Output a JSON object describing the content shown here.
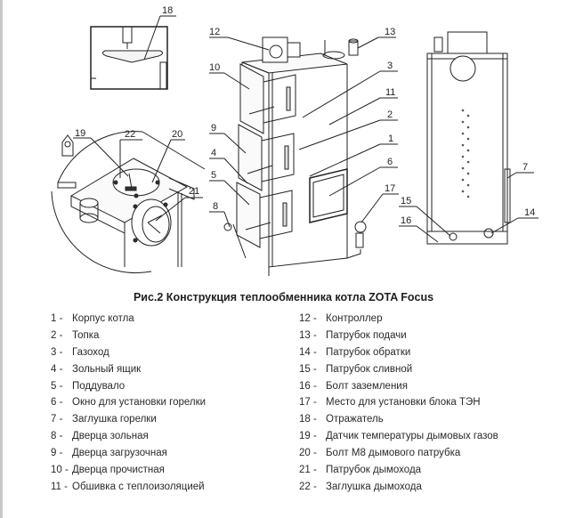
{
  "figure": {
    "caption": "Рис.2 Конструкция теплообменника котла ZOTA Focus",
    "callouts": [
      "1",
      "2",
      "3",
      "4",
      "5",
      "6",
      "7",
      "8",
      "9",
      "10",
      "11",
      "12",
      "13",
      "14",
      "15",
      "16",
      "17",
      "18",
      "19",
      "20",
      "21",
      "22"
    ]
  },
  "legend": {
    "left": [
      {
        "num": "1 -",
        "label": "Корпус котла"
      },
      {
        "num": "2 -",
        "label": "Топка"
      },
      {
        "num": "3 -",
        "label": "Газоход"
      },
      {
        "num": "4 -",
        "label": "Зольный ящик"
      },
      {
        "num": "5 -",
        "label": "Поддувало"
      },
      {
        "num": "6 -",
        "label": "Окно для установки горелки"
      },
      {
        "num": "7 -",
        "label": "Заглушка горелки"
      },
      {
        "num": "8 -",
        "label": "Дверца зольная"
      },
      {
        "num": "9 -",
        "label": "Дверца загрузочная"
      },
      {
        "num": "10 -",
        "label": "Дверца прочистная"
      },
      {
        "num": "11 -",
        "label": "Обшивка с теплоизоляцией"
      }
    ],
    "right": [
      {
        "num": "12 -",
        "label": "Контроллер"
      },
      {
        "num": "13 -",
        "label": "Патрубок подачи"
      },
      {
        "num": "14 -",
        "label": "Патрубок обратки"
      },
      {
        "num": "15 -",
        "label": "Патрубок сливной"
      },
      {
        "num": "16 -",
        "label": "Болт заземления"
      },
      {
        "num": "17 -",
        "label": "Место для установки блока ТЭН"
      },
      {
        "num": "18 -",
        "label": "Отражатель"
      },
      {
        "num": "19 -",
        "label": "Датчик температуры дымовых газов"
      },
      {
        "num": "20 -",
        "label": "Болт М8 дымового патрубка"
      },
      {
        "num": "21 -",
        "label": "Патрубок дымохода"
      },
      {
        "num": "22 -",
        "label": "Заглушка дымохода"
      }
    ]
  }
}
